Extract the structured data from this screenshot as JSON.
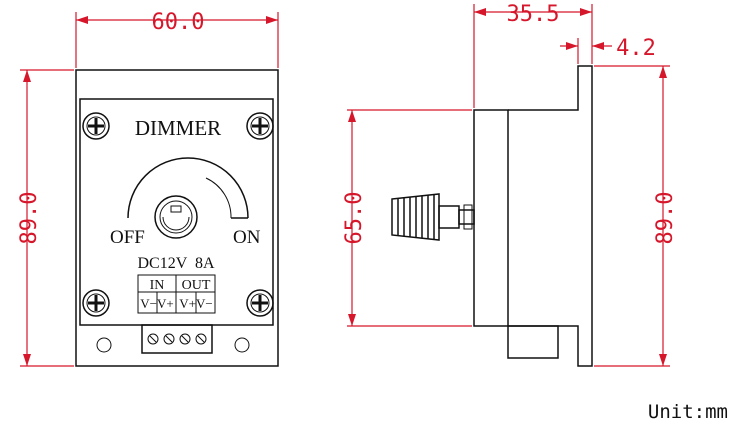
{
  "dimensions": {
    "front_width": "60.0",
    "front_height": "89.0",
    "side_depth": "35.5",
    "side_flange": "4.2",
    "side_body_height": "65.0",
    "side_height": "89.0"
  },
  "panel": {
    "title": "DIMMER",
    "off_label": "OFF",
    "on_label": "ON",
    "rating": "DC12V  8A",
    "terminal_in": "IN",
    "terminal_out": "OUT",
    "terminal_in_pins": "V−V+",
    "terminal_out_pins": "V+V−"
  },
  "unit_label": "Unit:mm",
  "colors": {
    "dimension": "#d6172b",
    "outline": "#111111"
  }
}
